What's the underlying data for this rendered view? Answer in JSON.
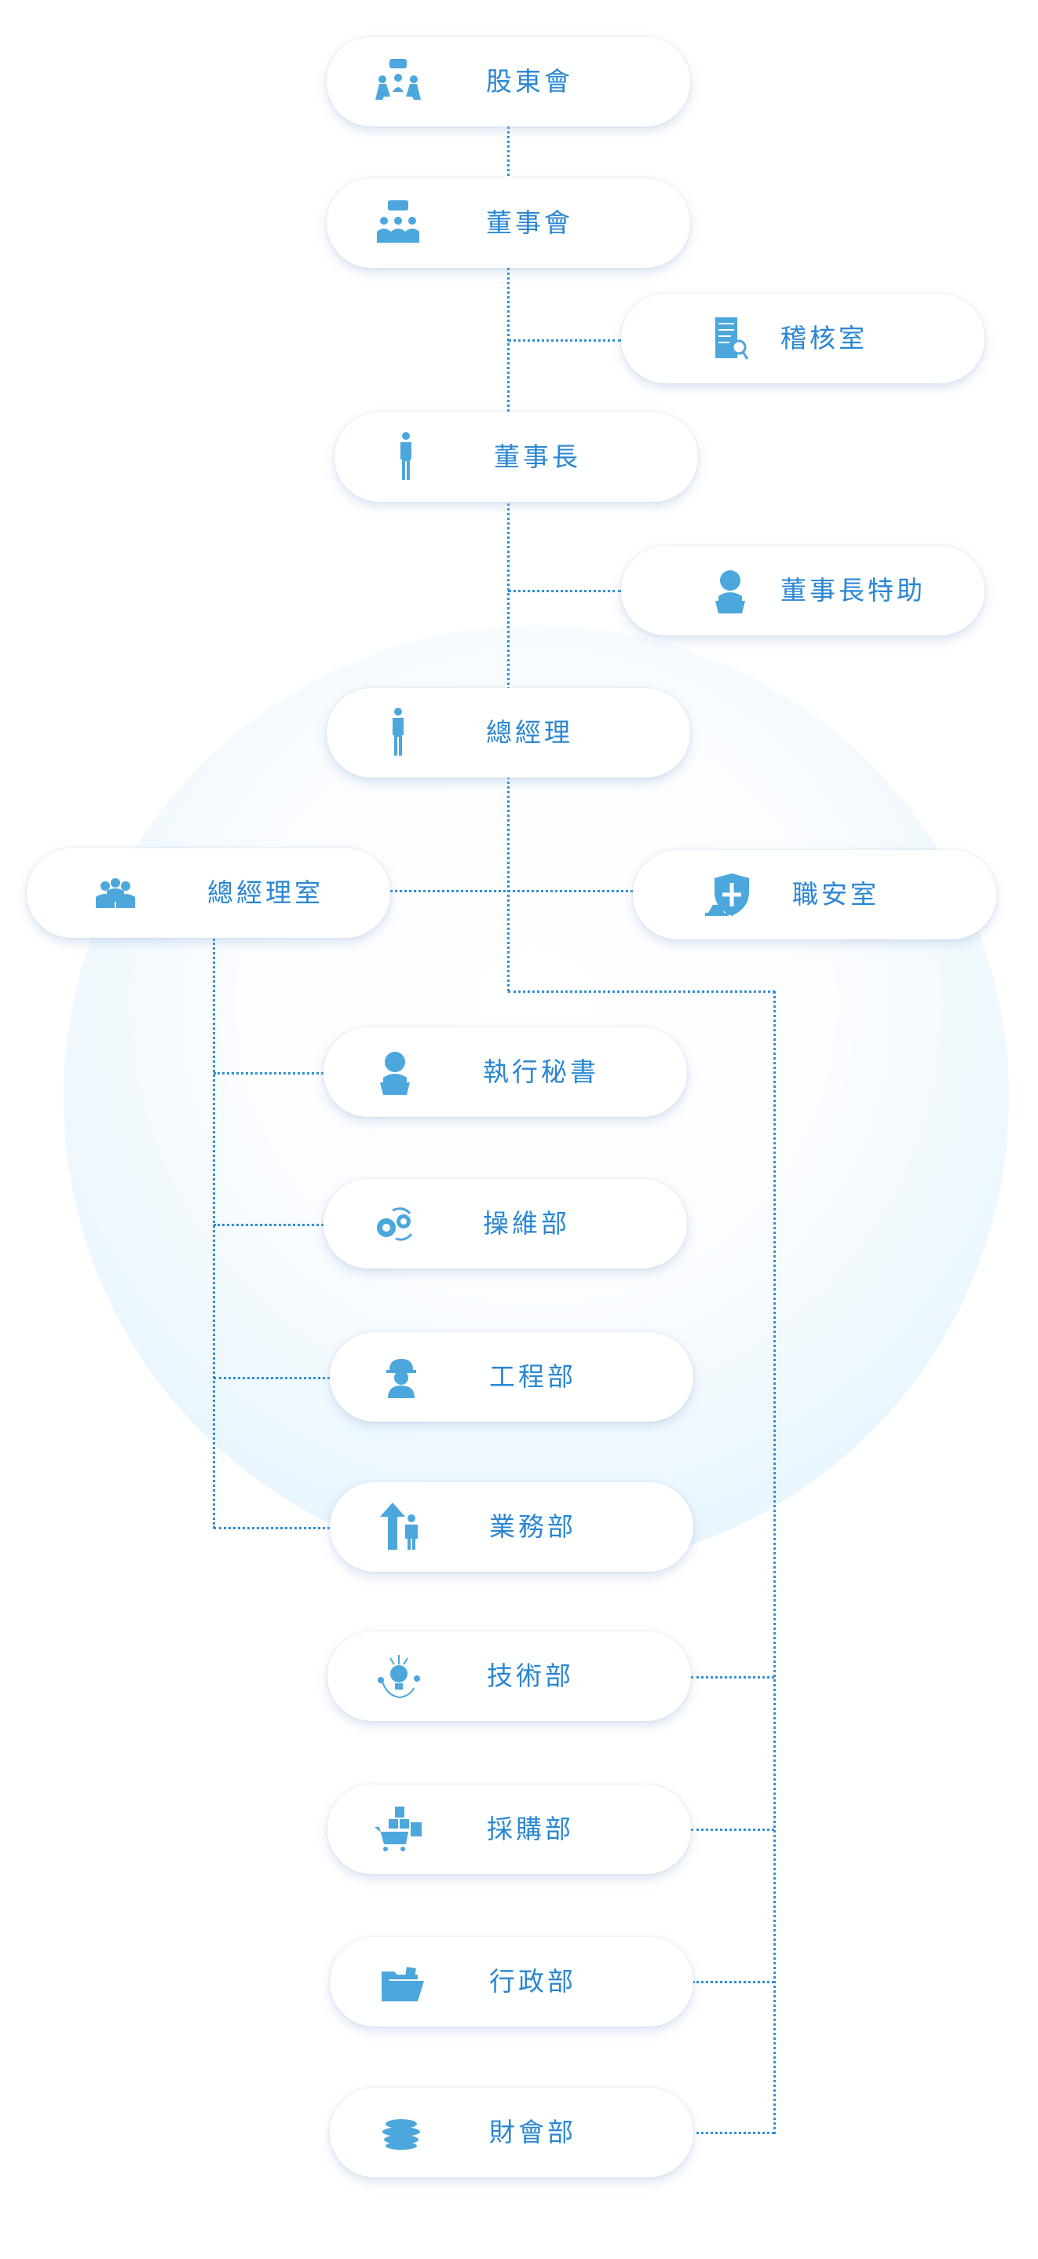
{
  "colors": {
    "text": "#2a86d2",
    "icon": "#4ba7dc",
    "line": "#2f8fd8",
    "circle": "#d9f0fd"
  },
  "nodes": {
    "shareholders": {
      "label": "股東會",
      "icon": "meeting-icon"
    },
    "board": {
      "label": "董事會",
      "icon": "board-icon"
    },
    "audit": {
      "label": "稽核室",
      "icon": "audit-document-icon"
    },
    "chairman": {
      "label": "董事長",
      "icon": "businessman-icon"
    },
    "chairman_assistant": {
      "label": "董事長特助",
      "icon": "assistant-icon"
    },
    "gm": {
      "label": "總經理",
      "icon": "businessman-icon"
    },
    "gm_office": {
      "label": "總經理室",
      "icon": "team-icon"
    },
    "safety": {
      "label": "職安室",
      "icon": "safety-shield-icon"
    },
    "exec_secretary": {
      "label": "執行秘書",
      "icon": "assistant-icon"
    },
    "operations": {
      "label": "操維部",
      "icon": "gears-icon"
    },
    "engineering": {
      "label": "工程部",
      "icon": "worker-icon"
    },
    "sales": {
      "label": "業務部",
      "icon": "growth-person-icon"
    },
    "technology": {
      "label": "技術部",
      "icon": "lightbulb-icon"
    },
    "procurement": {
      "label": "採購部",
      "icon": "cart-boxes-icon"
    },
    "administration": {
      "label": "行政部",
      "icon": "folder-icon"
    },
    "finance": {
      "label": "財會部",
      "icon": "coins-icon"
    }
  }
}
